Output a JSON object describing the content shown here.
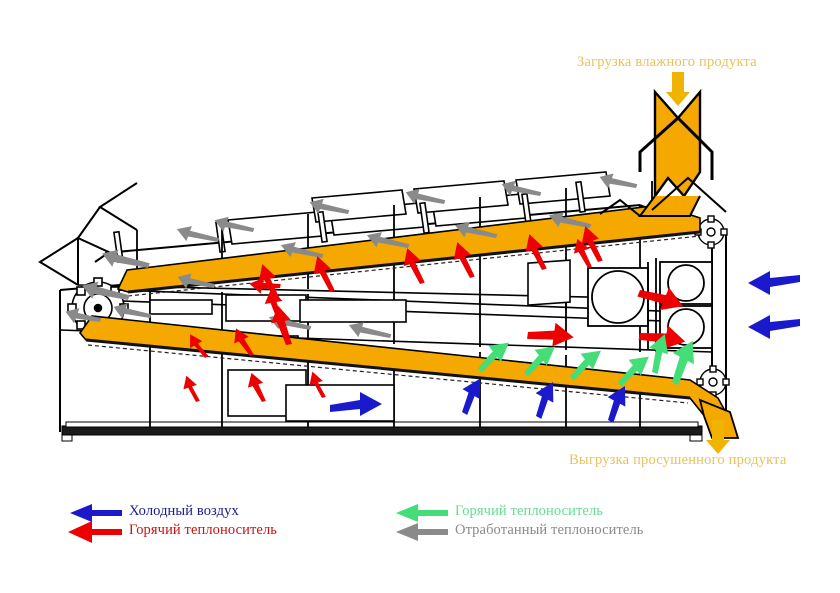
{
  "diagram": {
    "title_top": "Загрузка влажного продукта",
    "title_bottom": "Выгрузка просушенного продукта",
    "type": "belt-dryer-cross-section"
  },
  "legend": {
    "items": [
      {
        "label": "Холодный воздух",
        "color": "#1a1acc",
        "text_color": "#1a1a8c",
        "arrow": "left"
      },
      {
        "label": "Горячий теплоноситель",
        "color": "#ee0000",
        "text_color": "#cc1111",
        "arrow": "left"
      },
      {
        "label": "Горячий теплоноситель",
        "color": "#44dd77",
        "text_color": "#63dd90",
        "arrow": "left"
      },
      {
        "label": "Отработанный теплоноситель",
        "color": "#8a8a8a",
        "text_color": "#8a8a8a",
        "arrow": "left"
      }
    ]
  },
  "colors": {
    "conveyor_orange": "#f5a800",
    "hopper_orange": "#f5a800",
    "outline": "#000000",
    "label_gold": "#e6c35c",
    "cold_air_blue": "#1a1acc",
    "hot_agent_red": "#ee0000",
    "hot_agent_green": "#44dd77",
    "spent_agent_gray": "#8a8a8a"
  },
  "flows": {
    "load_arrow": "down",
    "unload_arrow": "down",
    "cold_air_inlets": 2,
    "roof_exhaust_arrows": 14,
    "hot_red_arrows": 18,
    "hot_green_arrows": 6,
    "cold_blue_arrows": 6
  }
}
